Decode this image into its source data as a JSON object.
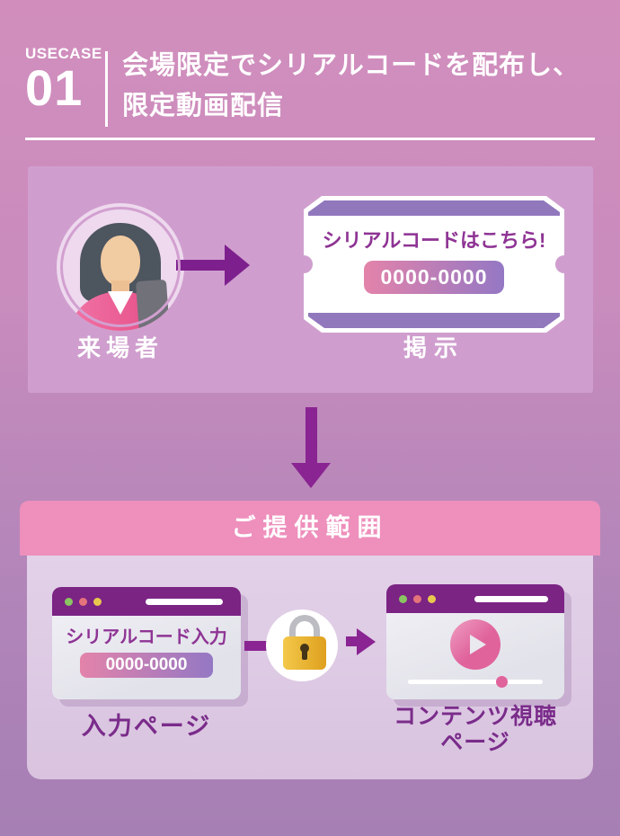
{
  "header": {
    "usecase_label": "USECASE",
    "usecase_number": "01",
    "title_line1": "会場限定でシリアルコードを配布し、",
    "title_line2": "限定動画配信"
  },
  "distribution": {
    "visitor_label": "来場者",
    "ticket_headline": "シリアルコードはこちら!",
    "ticket_code": "0000-0000",
    "display_label": "掲示"
  },
  "provision": {
    "header_label": "ご提供範囲",
    "input_window_title": "シリアルコード入力",
    "input_code": "0000-0000",
    "input_page_label": "入力ページ",
    "view_page_label_line1": "コンテンツ視聴",
    "view_page_label_line2": "ページ"
  },
  "colors": {
    "background_top": "#d18ebd",
    "background_bottom": "#a67fb4",
    "panel_pink": "#cf9ece",
    "provision_bar_pink": "#ee8fbc",
    "browser_titlebar_purple": "#7b2484",
    "ticket_band_purple": "#9178bd",
    "arrow_purple": "#8a2492",
    "label_purple": "#7a2c8a",
    "code_gradient_start": "#e383aa",
    "code_gradient_end": "#9478c4",
    "lock_gold": "#eab430",
    "play_pink": "#e0639c"
  },
  "icons": {
    "visitor": "visitor-avatar-icon",
    "ticket": "ticket-icon",
    "lock": "padlock-icon",
    "play": "play-icon"
  }
}
